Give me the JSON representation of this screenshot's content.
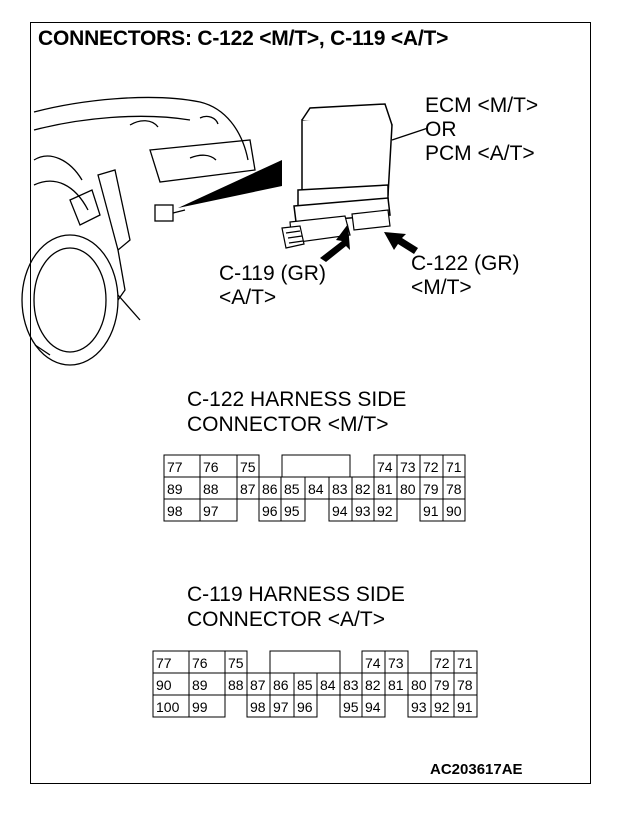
{
  "title": "CONNECTORS: C-122 <M/T>, C-119 <A/T>",
  "illustration": {
    "ecm_label": [
      "ECM <M/T>",
      "OR",
      "PCM <A/T>"
    ],
    "c119_label": [
      "C-119 (GR)",
      "<A/T>"
    ],
    "c122_label": [
      "C-122 (GR)",
      "<M/T>"
    ]
  },
  "c122": {
    "heading": [
      "C-122 HARNESS SIDE",
      "CONNECTOR <M/T>"
    ],
    "rows": [
      [
        "77",
        "76",
        "75",
        "",
        "",
        "",
        "",
        "",
        "74",
        "73",
        "72",
        "71"
      ],
      [
        "89",
        "88",
        "87",
        "86",
        "85",
        "84",
        "83",
        "82",
        "81",
        "80",
        "79",
        "78"
      ],
      [
        "98",
        "97",
        "",
        "96",
        "95",
        "",
        "94",
        "93",
        "92",
        "",
        "91",
        "90"
      ]
    ]
  },
  "c119": {
    "heading": [
      "C-119 HARNESS SIDE",
      "CONNECTOR <A/T>"
    ],
    "rows": [
      [
        "77",
        "76",
        "75",
        "",
        "",
        "",
        "",
        "",
        "74",
        "73",
        "",
        "72",
        "71"
      ],
      [
        "90",
        "89",
        "88",
        "87",
        "86",
        "85",
        "84",
        "83",
        "82",
        "81",
        "80",
        "79",
        "78"
      ],
      [
        "100",
        "99",
        "",
        "98",
        "97",
        "96",
        "",
        "95",
        "94",
        "",
        "93",
        "92",
        "91"
      ]
    ]
  },
  "figure_id": "AC203617AE"
}
